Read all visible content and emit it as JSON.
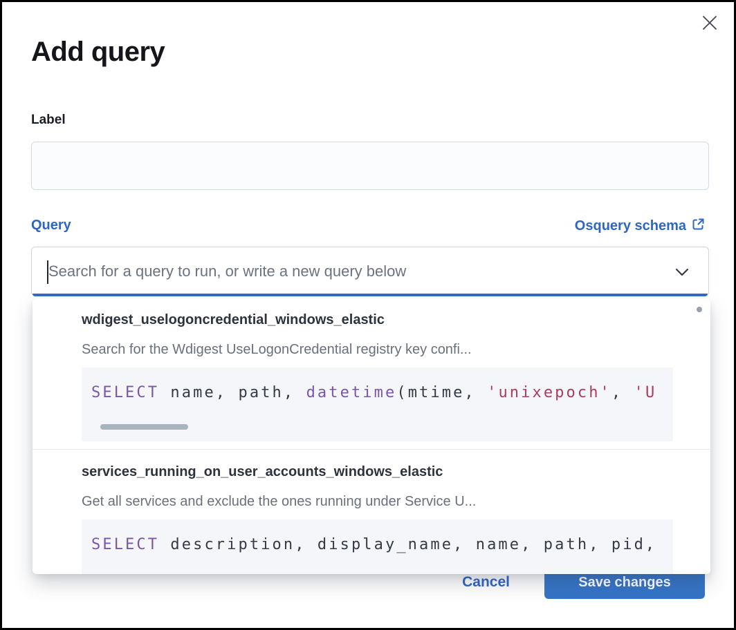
{
  "colors": {
    "accent_text": "#2e66c4",
    "primary_button": "#3574c6",
    "focus_underline": "#2e6dc9",
    "code_keyword": "#7a55a8",
    "code_string": "#ad3a5f",
    "code_background": "#f4f6fa"
  },
  "icons": {
    "close": "close-icon (✕)",
    "combobox_toggle": "chevron-down-icon",
    "schema_link": "external-link-icon"
  },
  "modal": {
    "title": "Add query"
  },
  "label_field": {
    "label": "Label",
    "value": ""
  },
  "query_field": {
    "label": "Query",
    "schema_link_label": "Osquery schema",
    "combobox_value": "",
    "combobox_placeholder": "Search for a query to run, or write a new query below"
  },
  "dropdown": {
    "options": [
      {
        "title": "wdigest_uselogoncredential_windows_elastic",
        "description": "Search for the Wdigest UseLogonCredential registry key confi...",
        "code_tokens": [
          [
            "keyword",
            "SELECT"
          ],
          [
            "plain",
            " name, path, "
          ],
          [
            "keyword",
            "datetime"
          ],
          [
            "plain",
            "(mtime, "
          ],
          [
            "string",
            "'unixepoch'"
          ],
          [
            "plain",
            ", "
          ],
          [
            "string",
            "'U"
          ]
        ],
        "has_horizontal_scrollbar": true
      },
      {
        "title": "services_running_on_user_accounts_windows_elastic",
        "description": "Get all services and exclude the ones running under Service U...",
        "code_tokens": [
          [
            "keyword",
            "SELECT"
          ],
          [
            "plain",
            " description, display_name, name, path, pid,"
          ]
        ],
        "has_horizontal_scrollbar": false
      }
    ]
  },
  "footer": {
    "cancel_label": "Cancel",
    "save_label": "Save changes"
  }
}
